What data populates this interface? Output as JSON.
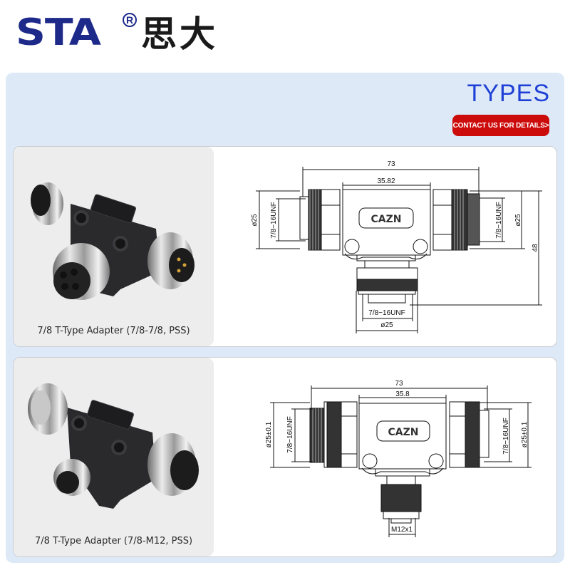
{
  "brand": {
    "latin": "STA",
    "registered_mark": "R",
    "chinese": "思大"
  },
  "header": {
    "title": "TYPES",
    "contact_button": "CONTACT US FOR DETAILS>",
    "accent_color": "#1f40d6",
    "button_color": "#cc0b0b"
  },
  "products": [
    {
      "caption": "7/8 T-Type Adapter (7/8-7/8, PSS)",
      "drawing": {
        "logo": "CAZN",
        "overall_length": "73",
        "body_length": "35.82",
        "height": "48",
        "left_diameter": "ø25",
        "left_thread": "7/8−16UNF",
        "right_diameter": "ø25",
        "right_thread": "7/8−16UNF",
        "bottom_thread": "7/8−16UNF",
        "bottom_diameter": "ø25"
      }
    },
    {
      "caption": "7/8 T-Type Adapter (7/8-M12, PSS)",
      "drawing": {
        "logo": "CAZN",
        "overall_length": "73",
        "body_length": "35.8",
        "left_diameter": "ø25±0.1",
        "left_thread": "7/8−16UNF",
        "right_diameter": "ø25±0.1",
        "right_thread": "7/8−16UNF",
        "bottom_thread": "M12x1"
      }
    }
  ]
}
